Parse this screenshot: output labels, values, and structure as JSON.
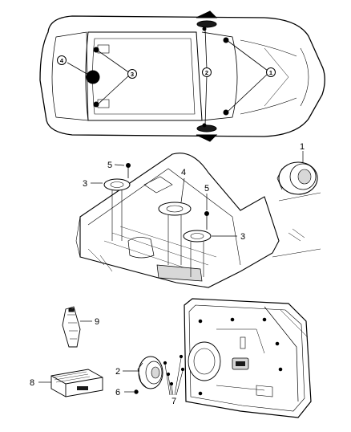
{
  "diagram": {
    "vehicle_callouts": [
      {
        "id": "vc4",
        "text": "4"
      },
      {
        "id": "vc3",
        "text": "3"
      },
      {
        "id": "vc2",
        "text": "2"
      },
      {
        "id": "vc1",
        "text": "1"
      }
    ],
    "parts_callouts": {
      "rear_speaker_left": "3",
      "screw_left": "5",
      "subwoofer": "4",
      "screw_right": "5",
      "rear_speaker_right": "3",
      "front_speaker": "1",
      "bracket": "9",
      "amplifier": "8",
      "door_speaker": "2",
      "door_screw": "6",
      "door_fasteners": "7"
    },
    "colors": {
      "line": "#000000",
      "fill": "#ffffff",
      "shade": "#d8d8d8",
      "dark": "#1a1a1a"
    }
  }
}
